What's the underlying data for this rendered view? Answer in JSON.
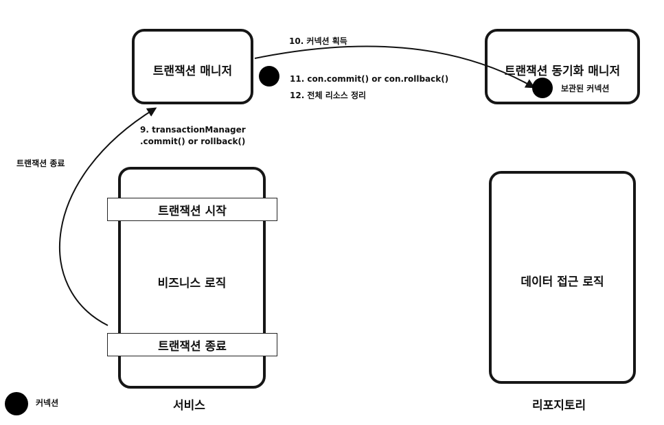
{
  "boxes": {
    "tx_manager": "트랜잭션 매니저",
    "sync_manager": "트랜잭션 동기화 매니저",
    "repository": "데이터 접근 로직",
    "service_logic": "비즈니스 로직"
  },
  "service_bands": {
    "start": "트랜잭션 시작",
    "end": "트랜잭션 종료"
  },
  "labels": {
    "step10": "10. 커넥션 획득",
    "step11": "11. con.commit() or con.rollback()",
    "step12": "12. 전체 리소스 정리",
    "step9_line1": "9. transactionManager",
    "step9_line2": ".commit() or rollback()",
    "tx_end_side": "트랜잭션 종료",
    "stored_connection": "보관된 커넥션",
    "legend_connection": "커넥션"
  },
  "footers": {
    "service": "서비스",
    "repository": "리포지토리"
  },
  "colors": {
    "stroke": "#161616",
    "dot": "#000000"
  }
}
